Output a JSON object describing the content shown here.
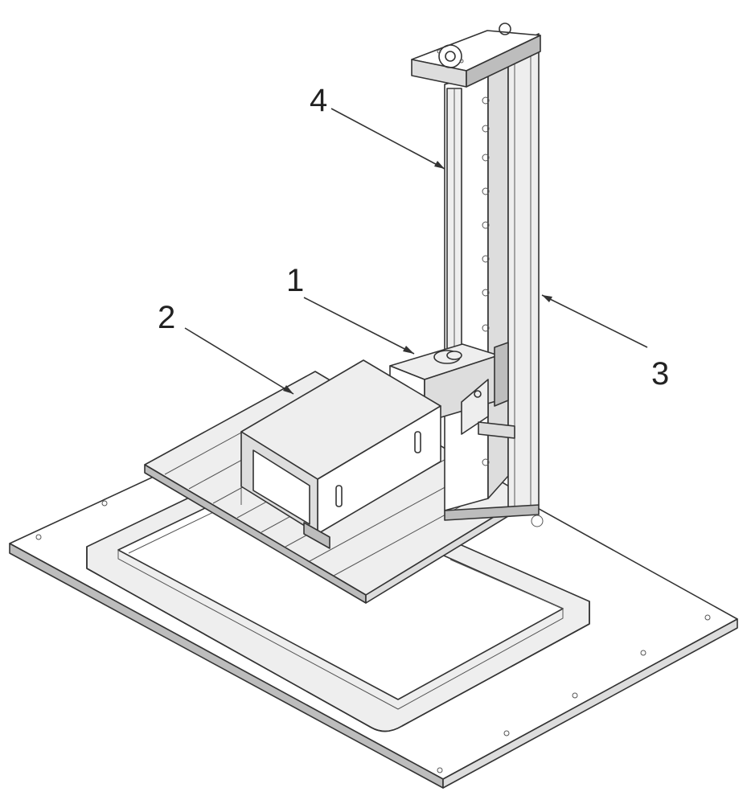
{
  "callouts": [
    {
      "label": "1"
    },
    {
      "label": "2"
    },
    {
      "label": "3"
    },
    {
      "label": "4"
    }
  ],
  "colors": {
    "line": "#333333",
    "background": "#ffffff",
    "shade_light": "#eeeeee",
    "shade_mid": "#dddddd",
    "shade_dark": "#bdbdbd"
  }
}
